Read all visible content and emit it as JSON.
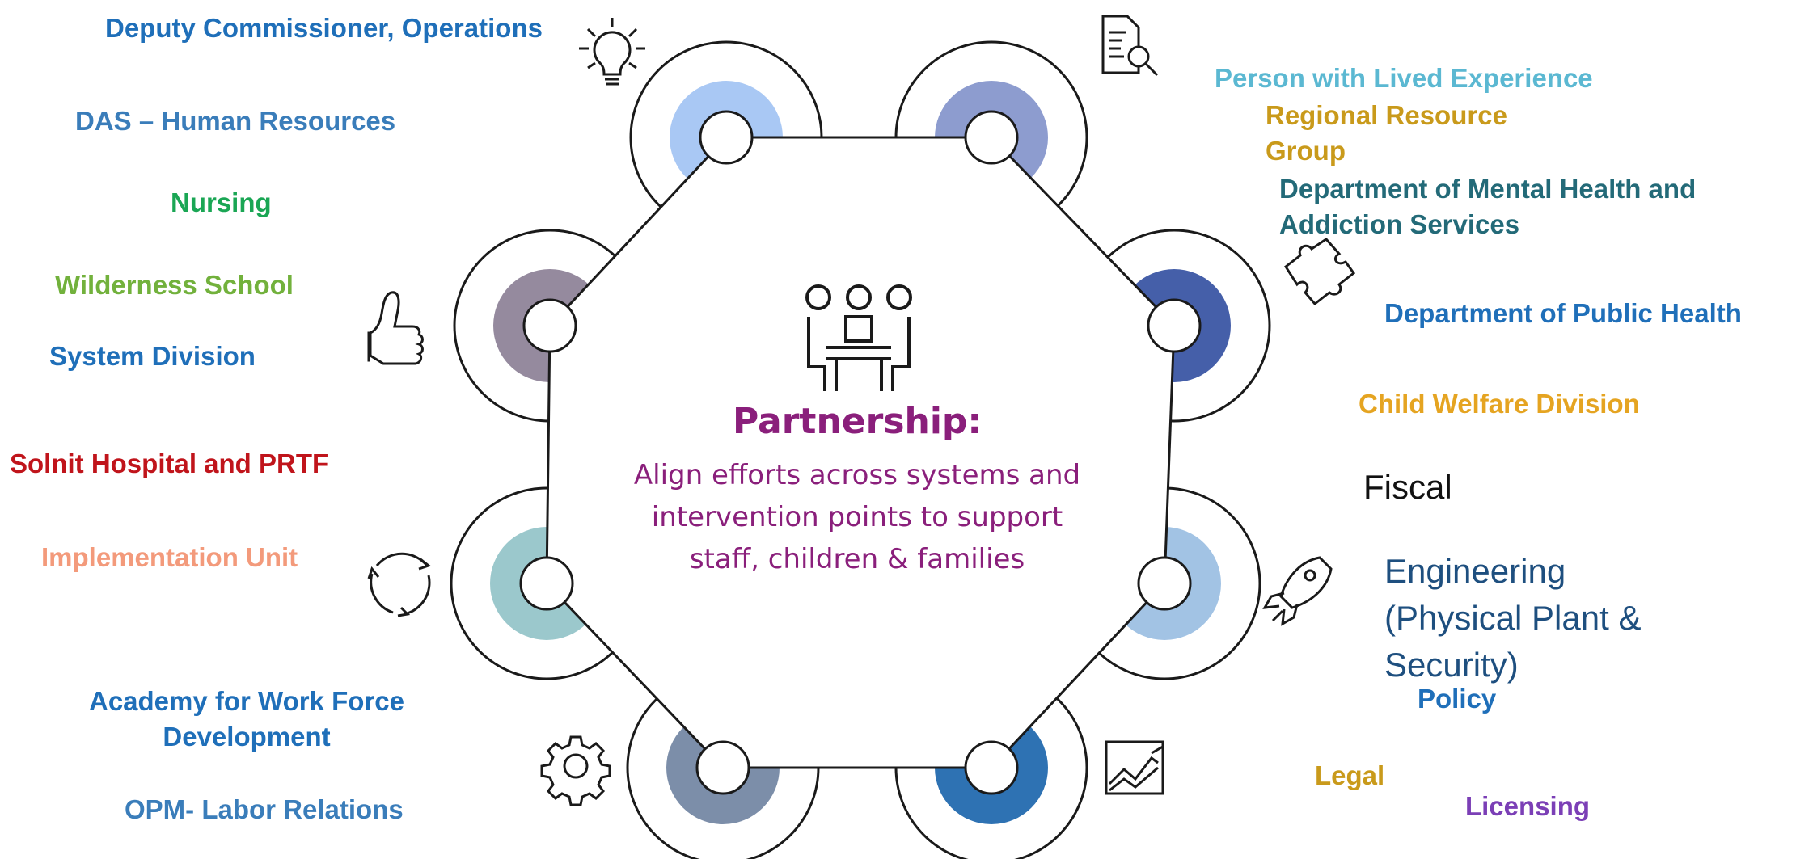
{
  "colors": {
    "text_purple": "#8a1f7b",
    "outline": "#1a1a1a",
    "seat_fills": [
      "#a9c8f4",
      "#8d9ccf",
      "#455fa9",
      "#a2c3e4",
      "#2e72b3",
      "#7c8ea9",
      "#9bc8cc",
      "#958a9e"
    ]
  },
  "center": {
    "title": "Partnership:",
    "description": "Align efforts across systems and intervention points to support staff, children & families",
    "icon": "meeting-people-icon"
  },
  "labels": {
    "deputy_commissioner": "Deputy Commissioner, Operations",
    "das_hr": "DAS – Human Resources",
    "nursing": "Nursing",
    "wilderness": "Wilderness School",
    "system_division": "System Division",
    "solnit": "Solnit Hospital and PRTF",
    "implementation": "Implementation Unit",
    "academy_line1": "Academy for Work Force",
    "academy_line2": "Development",
    "opm": "OPM- Labor Relations",
    "lived_experience": "Person with Lived Experience",
    "regional_line1": "Regional Resource",
    "regional_line2": "Group",
    "dmhas_line1": "Department of Mental Health and",
    "dmhas_line2": "Addiction Services",
    "public_health": "Department of Public Health",
    "child_welfare": "Child Welfare Division",
    "fiscal": "Fiscal",
    "engineering_line1": "Engineering",
    "engineering_line2": "(Physical Plant &",
    "engineering_line3": "Security)",
    "policy": "Policy",
    "legal": "Legal",
    "licensing": "Licensing"
  },
  "label_colors": {
    "deputy_commissioner": "#1f6fb9",
    "das_hr": "#3a7dba",
    "nursing": "#1aa654",
    "wilderness": "#72b13c",
    "system_division": "#1f6fb9",
    "solnit": "#c0141b",
    "implementation": "#f39a7b",
    "academy": "#1f6fb9",
    "opm": "#3a7dba",
    "lived_experience": "#5bb8d2",
    "regional": "#c99a1b",
    "dmhas": "#236a78",
    "public_health": "#1f6fb9",
    "child_welfare": "#e5a421",
    "fiscal": "#111111",
    "engineering": "#1e4f7f",
    "policy": "#1f6fb9",
    "legal": "#c99a1b",
    "licensing": "#7b3fb6"
  },
  "icons": [
    "lightbulb-icon",
    "document-search-icon",
    "thumbs-up-icon",
    "puzzle-piece-icon",
    "refresh-cycle-icon",
    "rocket-icon",
    "gear-icon",
    "growth-chart-icon"
  ]
}
